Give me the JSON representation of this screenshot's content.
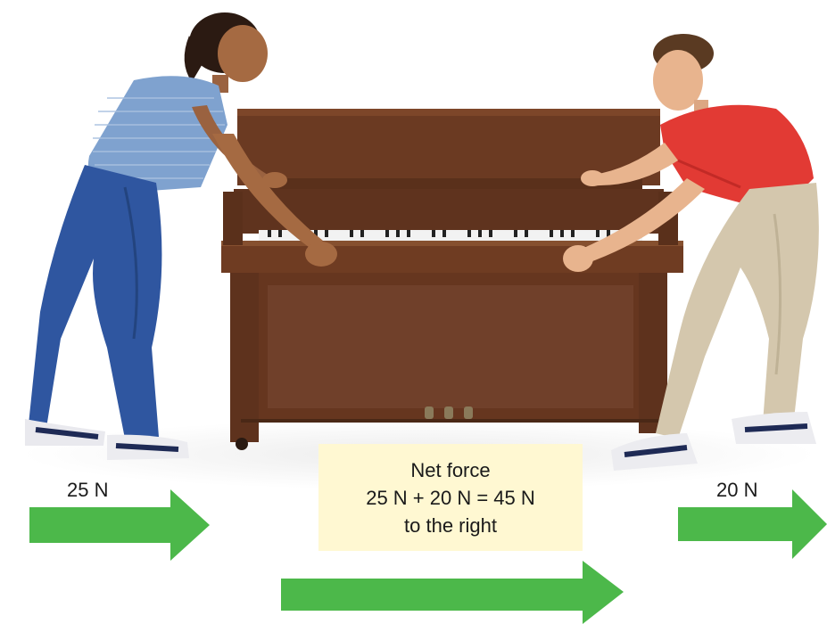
{
  "forces": {
    "left_value": "25 N",
    "right_value": "20 N"
  },
  "net_force": {
    "title": "Net force",
    "equation": "25 N + 20 N = 45 N",
    "direction": "to the right"
  },
  "colors": {
    "arrow": "#4cb84a",
    "net_box": "#fff8d2",
    "piano": "#6b3a22",
    "girl_shirt": "#7fa2cf",
    "girl_jeans": "#2f56a0",
    "boy_shirt": "#e23a34",
    "boy_pants": "#d4c7ad"
  },
  "icons": [
    "right-arrow-icon"
  ]
}
